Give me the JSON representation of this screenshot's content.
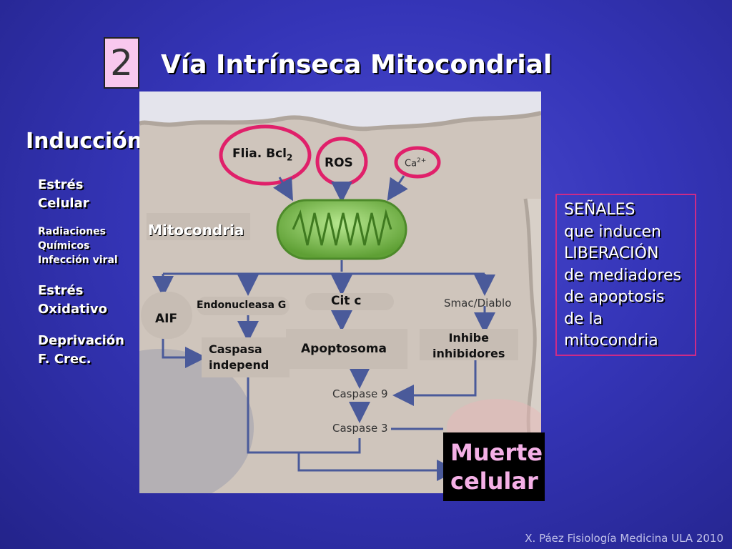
{
  "slide": {
    "number": "2",
    "title": "Vía Intrínseca Mitocondrial",
    "footer": "X. Páez Fisiología Medicina ULA 2010"
  },
  "induction": {
    "heading": "Inducción",
    "stress_cellular": [
      "Estrés",
      "Celular"
    ],
    "causes": [
      "Radiaciones",
      "Químicos",
      "Infección viral"
    ],
    "stress_oxidative": [
      "Estrés",
      "Oxidativo"
    ],
    "deprivation": [
      "Deprivación",
      "F. Crec."
    ]
  },
  "diagram": {
    "bcl2_base": "Flia. Bcl",
    "bcl2_sub": "2",
    "ros": "ROS",
    "ca": "Ca",
    "ca_sup": "2+",
    "mitochondria": "Mitocondria",
    "aif": "AIF",
    "endonuclease": "Endonucleasa G",
    "cytc": "Cit c",
    "smac": "Smac/Diablo",
    "caspase_indep": [
      "Caspasa",
      "independ"
    ],
    "apoptosome": "Apoptosoma",
    "inhibe": [
      "Inhibe",
      "inhibidores"
    ],
    "caspase9": "Caspase 9",
    "caspase3": "Caspase 3",
    "death": [
      "Muerte",
      "celular"
    ]
  },
  "signals_box": [
    "SEÑALES",
    "que inducen",
    "LIBERACIÓN",
    "de mediadores",
    "de apoptosis",
    "de la",
    "mitocondria"
  ],
  "colors": {
    "highlight_ring": "#e0206a",
    "mitochondria": "#7fc24a",
    "number_box": "#f8c8ee",
    "death_text": "#f4b0e6"
  }
}
